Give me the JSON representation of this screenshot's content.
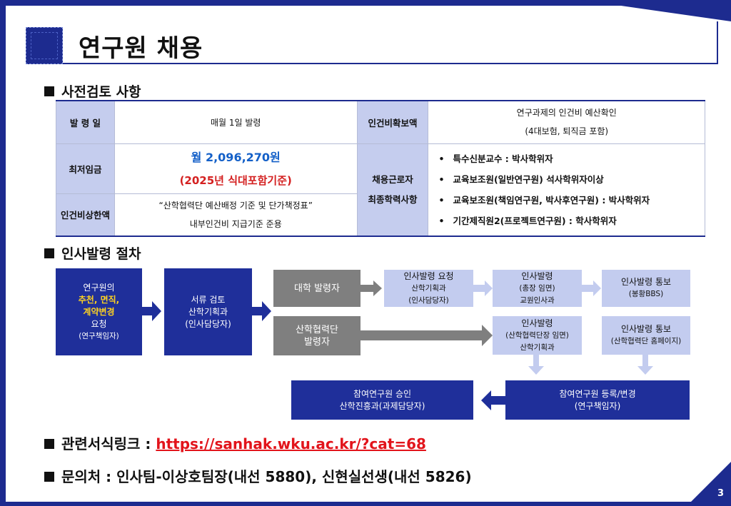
{
  "page": {
    "title": "연구원 채용",
    "number": "3"
  },
  "review": {
    "heading": "사전검토 사항",
    "rows": {
      "issue_date_label": "발 령 일",
      "issue_date_value": "매월 1일 발령",
      "budget_label": "인건비확보액",
      "budget_line1": "연구과제의 인건비 예산확인",
      "budget_line2": "(4대보험, 퇴직금 포함)",
      "min_wage_label": "최저임금",
      "min_wage_value": "월 2,096,270원",
      "min_wage_note": "(2025년 식대포함기준)",
      "edu_label_line1": "채용근로자",
      "edu_label_line2": "최종학력사항",
      "edu_items": [
        "특수신분교수 : 박사학위자",
        "교육보조원(일반연구원) 석사학위자이상",
        "교육보조원(책임연구원, 박사후연구원) : 박사학위자",
        "기간제직원2(프로젝트연구원) : 학사학위자"
      ],
      "salary_label": "인건비상한액",
      "salary_line1": "“산학협력단 예산배정 기준 및 단가책정표”",
      "salary_line2": "내부인건비 지급기준 준용"
    }
  },
  "procedure": {
    "heading": "인사발령 절차",
    "step1": {
      "line1": "연구원의",
      "line2": "추천, 면직,",
      "line3": "계약변경",
      "line4": "요청",
      "line5": "(연구책임자)"
    },
    "step2": {
      "line1": "서류 검토",
      "line2": "산학기획과",
      "line3": "(인사담당자)"
    },
    "univ": {
      "label": "대학 발령자"
    },
    "req": {
      "line1": "인사발령 요청",
      "line2": "산학기획과",
      "line3": "(인사담당자)"
    },
    "issue1": {
      "line1": "인사발령",
      "line2": "(총장 임면)",
      "line3": "교원인사과"
    },
    "notify1": {
      "line1": "인사발령 통보",
      "line2": "(봉황BBS)"
    },
    "foundation": {
      "line1": "산학협력단",
      "line2": "발령자"
    },
    "issue2": {
      "line1": "인사발령",
      "line2": "(산학협력단장 임면)",
      "line3": "산학기획과"
    },
    "notify2": {
      "line1": "인사발령 통보",
      "line2": "(산학협력단 홈페이지)"
    },
    "approve": {
      "line1": "참여연구원 승인",
      "line2": "산학진흥과(과제담당자)"
    },
    "register": {
      "line1": "참여연구원 등록/변경",
      "line2": "(연구책임자)"
    }
  },
  "footer": {
    "link_label": "관련서식링크 : ",
    "link_url": "https://sanhak.wku.ac.kr/?cat=68",
    "contact": "문의처 : 인사팀-이상호팀장(내선 5880), 신현실선생(내선 5826)"
  },
  "colors": {
    "navy": "#1f2f9a",
    "gray": "#7f7f7f",
    "light": "#c3ccef",
    "link": "#e2141b",
    "wage": "#1460c8"
  }
}
